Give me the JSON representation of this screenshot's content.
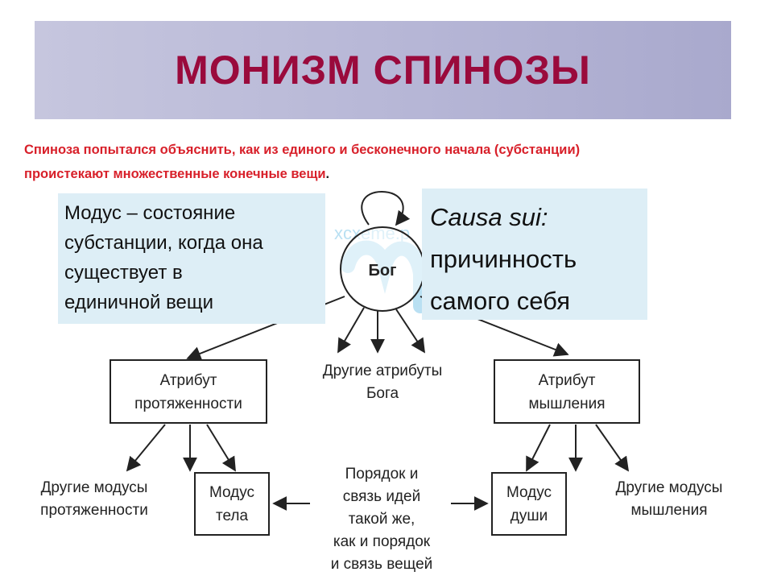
{
  "title": "МОНИЗМ СПИНОЗЫ",
  "subtitle": {
    "line1": "Спиноза попытался объяснить, как из единого и бесконечного начала (субстанции)",
    "line2": "проистекают множественные конечные вещи",
    "end": "."
  },
  "callout_left": {
    "lines": [
      "Модус – состояние",
      "субстанции, когда она",
      "существует в",
      "единичной вещи"
    ]
  },
  "callout_right": {
    "term": "Causa sui:",
    "lines": [
      "причинность",
      "самого себя"
    ]
  },
  "watermark": "xcxeme.p",
  "diagram": {
    "god": "Бог",
    "attr_ext": [
      "Атрибут",
      "протяженности"
    ],
    "attr_other": [
      "Другие атрибуты",
      "Бога"
    ],
    "attr_think": [
      "Атрибут",
      "мышления"
    ],
    "modes_ext_other": [
      "Другие модусы",
      "протяженности"
    ],
    "mode_body": [
      "Модус",
      "тела"
    ],
    "order_text": [
      "Порядок и",
      "связь идей",
      "такой же,",
      "как и порядок",
      "и связь вещей"
    ],
    "mode_soul": [
      "Модус",
      "души"
    ],
    "modes_think_other": [
      "Другие модусы",
      "мышления"
    ]
  },
  "colors": {
    "title": "#9a0a3c",
    "subtitle": "#d8202a",
    "callout_bg": "#ddeef6",
    "title_bar": "#b6b6d6"
  }
}
